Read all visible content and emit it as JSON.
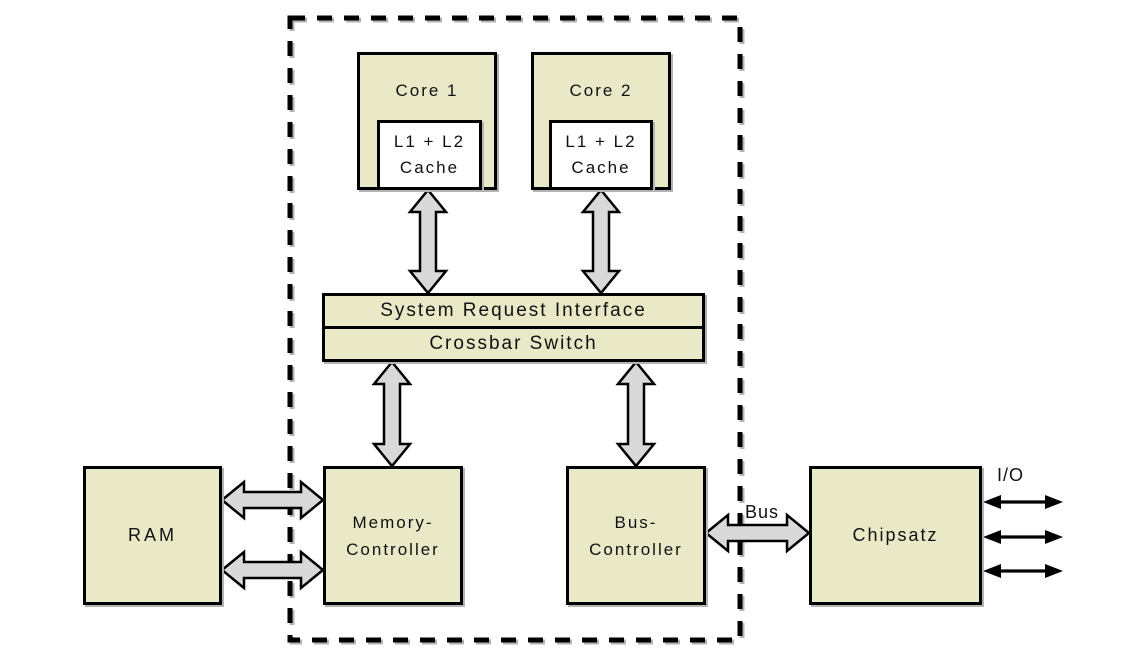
{
  "diagram": {
    "core1": {
      "title": "Core 1",
      "cache_line1": "L1 + L2",
      "cache_line2": "Cache"
    },
    "core2": {
      "title": "Core 2",
      "cache_line1": "L1 + L2",
      "cache_line2": "Cache"
    },
    "system_request_interface": "System Request Interface",
    "crossbar_switch": "Crossbar Switch",
    "ram": "RAM",
    "memory_controller": {
      "line1": "Memory-",
      "line2": "Controller"
    },
    "bus_controller": {
      "line1": "Bus-",
      "line2": "Controller"
    },
    "chipset": "Chipsatz",
    "bus_label": "Bus",
    "io_label": "I/O",
    "colors": {
      "box_fill": "#e9e9c7",
      "arrow_fill": "#d9d9d9",
      "outline": "#000000",
      "shadow": "#b3b3b3",
      "background": "#ffffff"
    }
  }
}
